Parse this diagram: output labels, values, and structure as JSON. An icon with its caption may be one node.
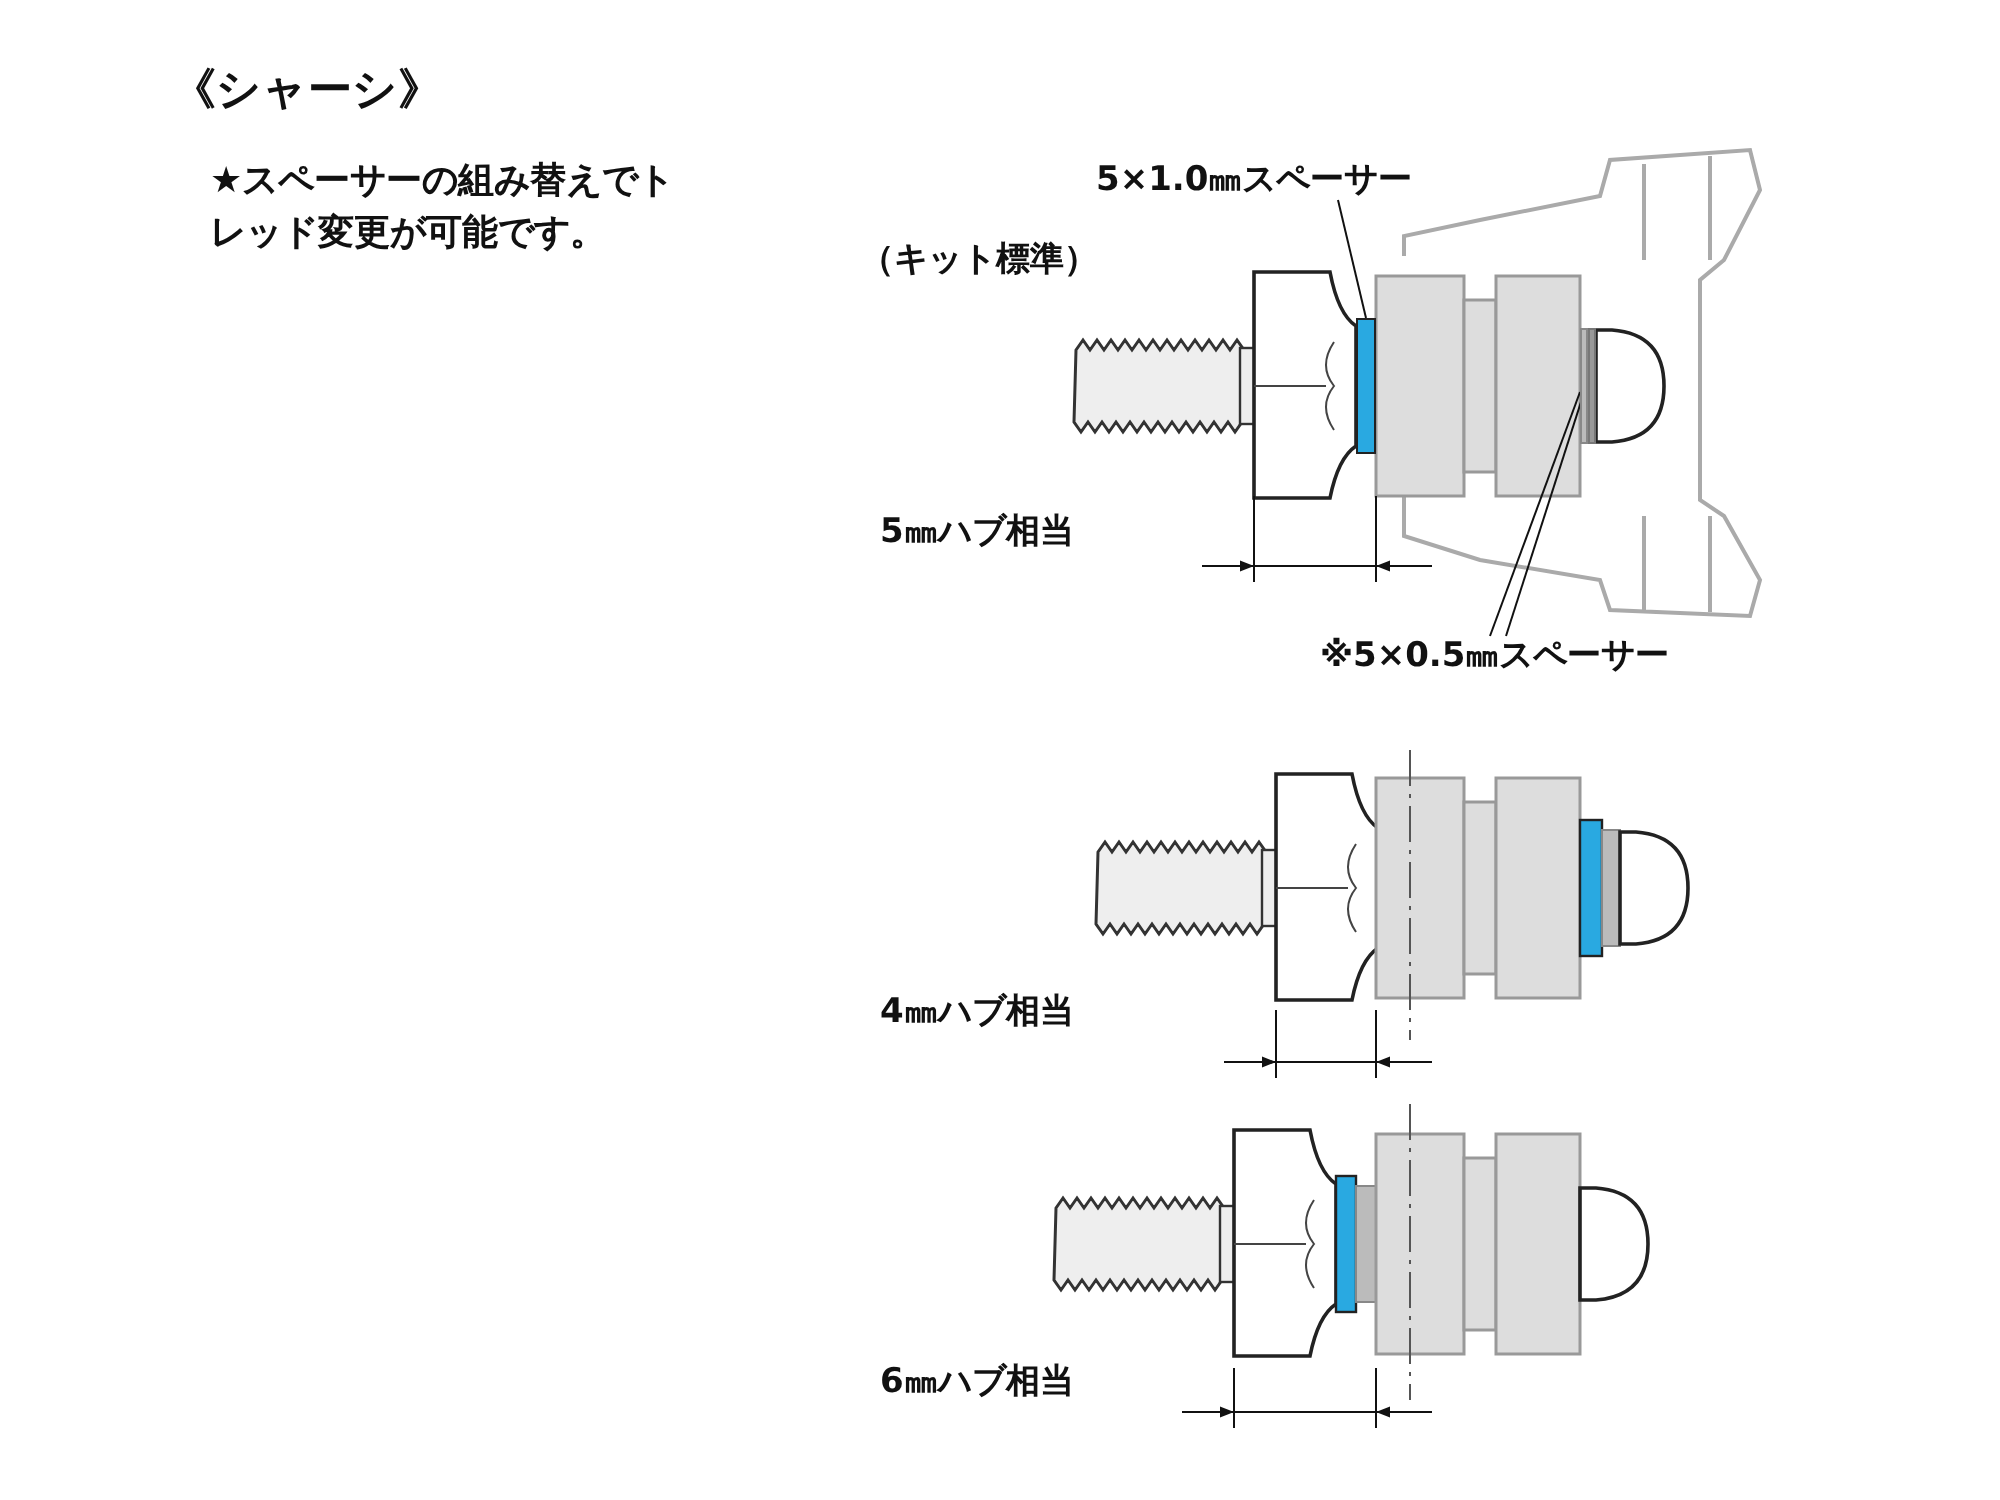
{
  "diagram": {
    "title": "《シャーシ》",
    "nodes": [
      {
        "text": [
          "5×1.0㎜スペーサー"
        ]
      },
      {
        "text": [],
        "shape": "box"
      },
      {
        "text": [
          "※5×0.5㎜スペーサー"
        ]
      },
      {
        "text": [],
        "shape": "box"
      },
      {
        "text": [],
        "shape": "box"
      }
    ],
    "edges": [
      {
        "from": 0,
        "to": 1,
        "arrow": "none"
      },
      {
        "from": 2,
        "to": 3,
        "arrow": "none"
      },
      {
        "from": 2,
        "to": 4,
        "arrow": "none"
      }
    ],
    "labels": [
      "★スペーサーの組み替えでトレッド変更が可能です。",
      "（キット標準）",
      "5㎜ハブ相当",
      "4㎜ハブ相当",
      "6㎜ハブ相当"
    ]
  }
}
